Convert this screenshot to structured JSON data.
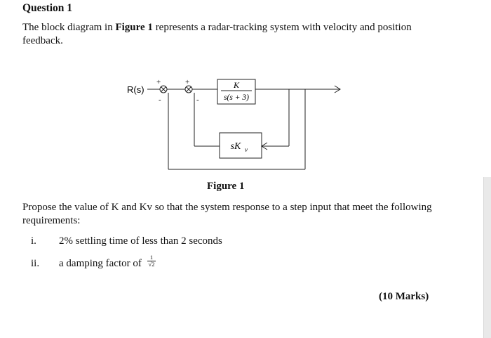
{
  "question": {
    "heading": "Question 1",
    "intro_before": "The block diagram in ",
    "intro_bold": "Figure 1",
    "intro_after": " represents a radar-tracking system with velocity and position feedback.",
    "figure_caption": "Figure 1",
    "prompt": "Propose the value of K and Kv so that the system response to a step input that meet the following requirements:",
    "requirements": [
      {
        "num": "i.",
        "text": "2% settling time of less than 2 seconds"
      },
      {
        "num": "ii.",
        "text": "a damping factor of"
      }
    ],
    "damping_fraction": {
      "numerator": "1",
      "denominator": "√2"
    },
    "marks": "(10 Marks)"
  },
  "diagram": {
    "input_label": "R(s)",
    "plant_numerator": "K",
    "plant_denominator": "s(s + 3)",
    "feedback_block": "sK",
    "feedback_subscript": "v",
    "junction1_signs": {
      "top": "+",
      "bottom": "-"
    },
    "junction2_signs": {
      "top": "+",
      "bottom": "-"
    }
  }
}
